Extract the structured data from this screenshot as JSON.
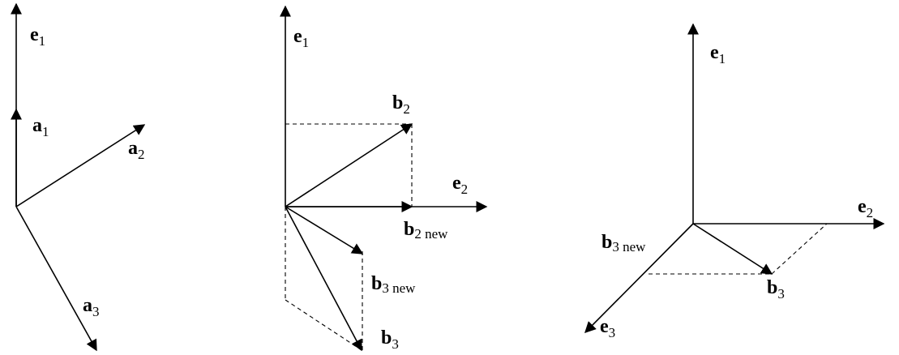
{
  "panels": [
    {
      "vectors": {
        "e1": {
          "base": "e",
          "sub": "1"
        },
        "a1": {
          "base": "a",
          "sub": "1"
        },
        "a2": {
          "base": "a",
          "sub": "2"
        },
        "a3": {
          "base": "a",
          "sub": "3"
        }
      }
    },
    {
      "vectors": {
        "e1": {
          "base": "e",
          "sub": "1"
        },
        "b2": {
          "base": "b",
          "sub": "2"
        },
        "e2": {
          "base": "e",
          "sub": "2"
        },
        "b2_new": {
          "base": "b",
          "sub": "2 new"
        },
        "b3_new": {
          "base": "b",
          "sub": "3 new"
        },
        "b3": {
          "base": "b",
          "sub": "3"
        }
      }
    },
    {
      "vectors": {
        "e1": {
          "base": "e",
          "sub": "1"
        },
        "e2": {
          "base": "e",
          "sub": "2"
        },
        "b3_new": {
          "base": "b",
          "sub": "3 new"
        },
        "b3": {
          "base": "b",
          "sub": "3"
        },
        "e3": {
          "base": "e",
          "sub": "3"
        }
      }
    }
  ]
}
